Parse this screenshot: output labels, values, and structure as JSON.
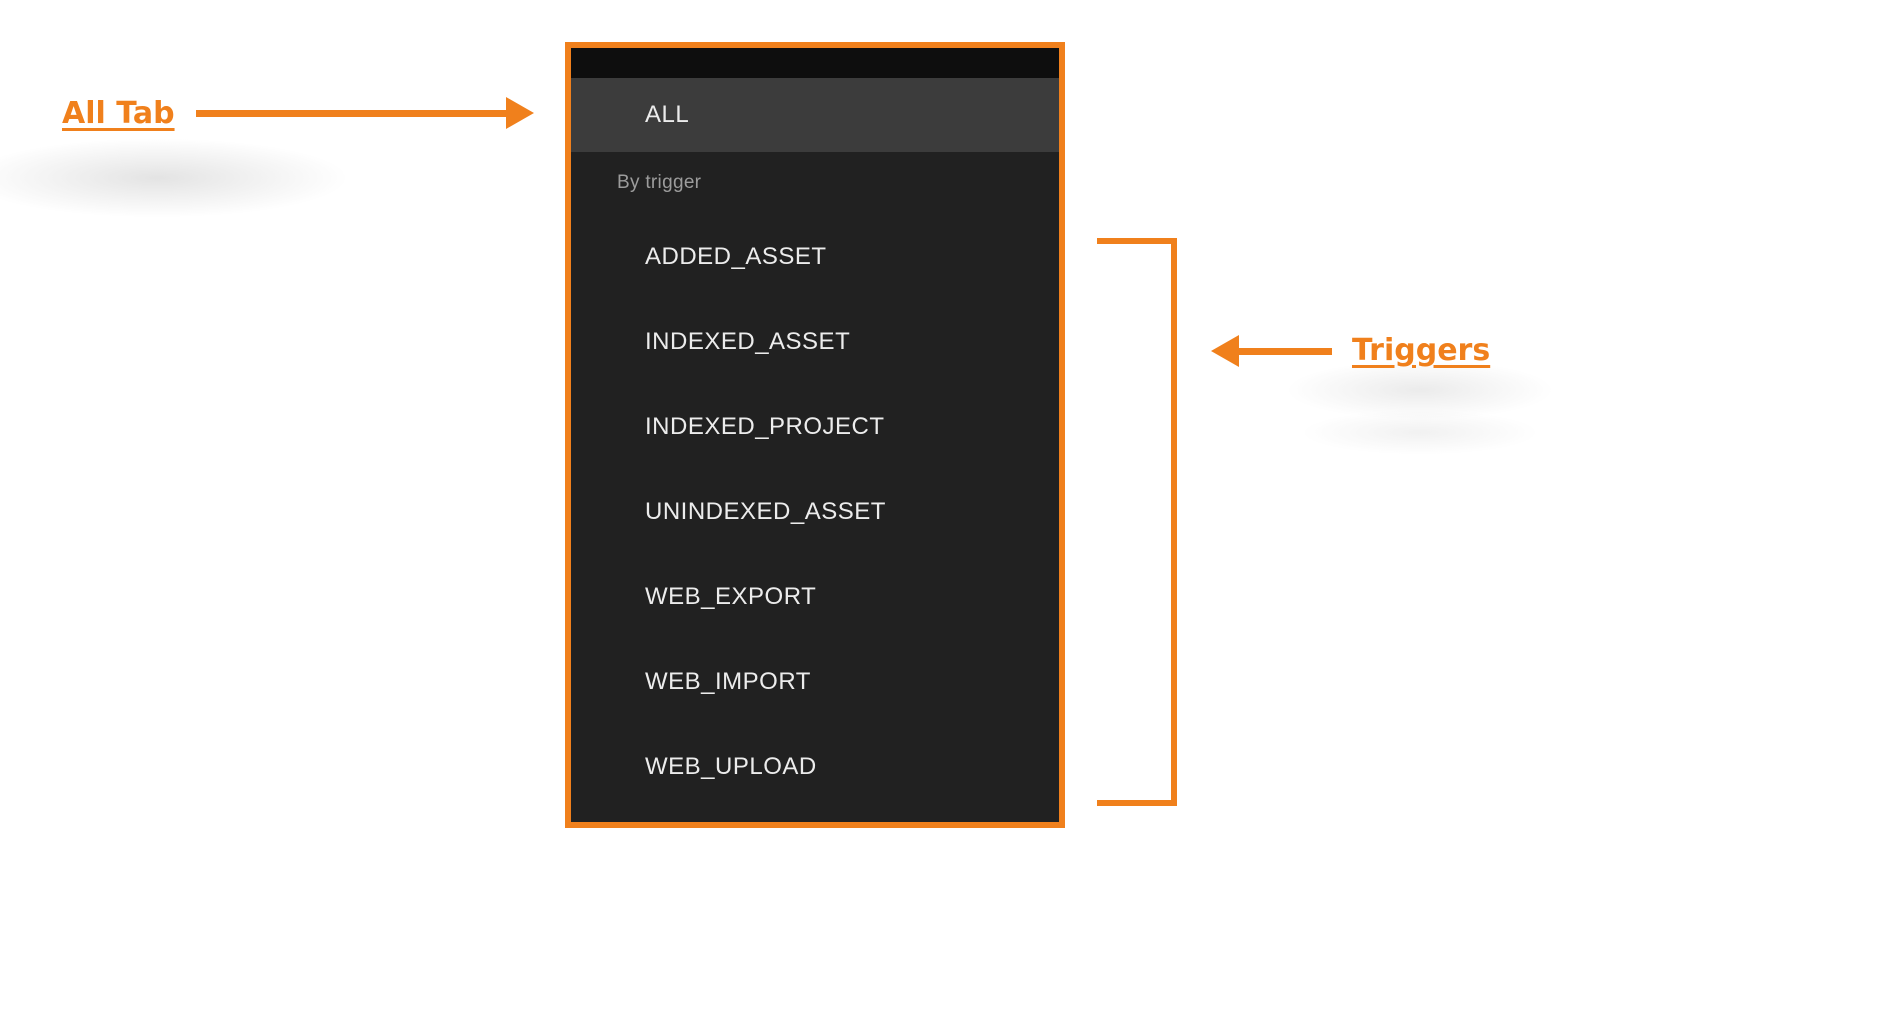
{
  "colors": {
    "accent": "#f0801c",
    "page_bg": "#ffffff",
    "menu_bg": "#212121",
    "menu_top": "#0e0e0e",
    "menu_highlight": "#3c3c3c",
    "menu_text": "#ececec",
    "menu_muted": "#9c9c9c"
  },
  "dropdown": {
    "selected_item": "ALL",
    "section_header": "By trigger",
    "items": [
      "ADDED_ASSET",
      "INDEXED_ASSET",
      "INDEXED_PROJECT",
      "UNINDEXED_ASSET",
      "WEB_EXPORT",
      "WEB_IMPORT",
      "WEB_UPLOAD"
    ]
  },
  "annotations": {
    "all_tab": {
      "label": "All Tab"
    },
    "triggers": {
      "label": "Triggers"
    }
  }
}
